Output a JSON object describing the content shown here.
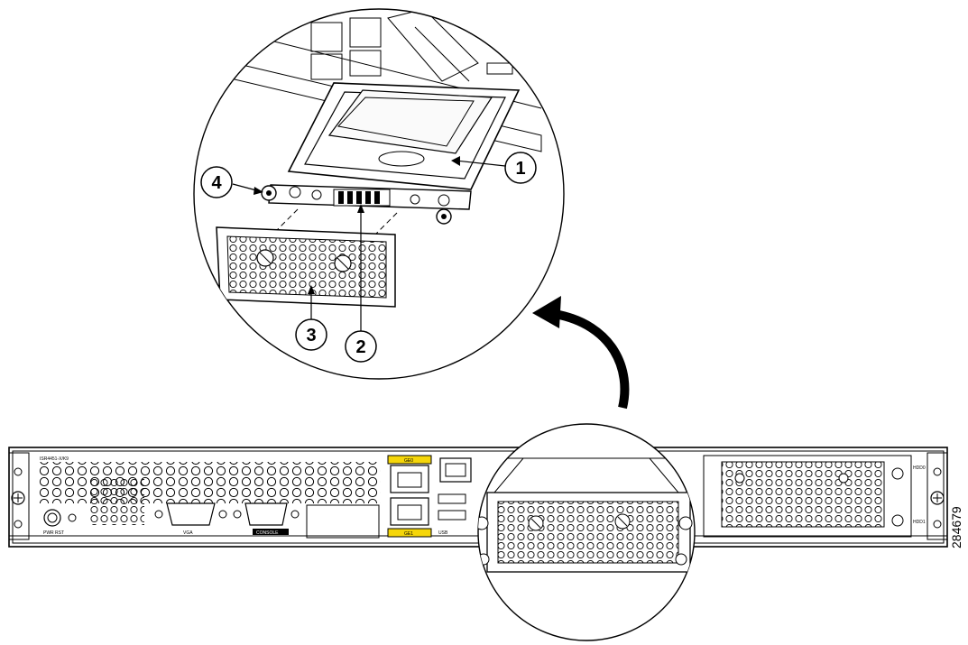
{
  "figure_id": "284679",
  "callouts": [
    {
      "id": "1",
      "label": "1"
    },
    {
      "id": "2",
      "label": "2"
    },
    {
      "id": "3",
      "label": "3"
    },
    {
      "id": "4",
      "label": "4"
    }
  ],
  "panel_labels": {
    "model": "ISR4451-X/K9",
    "pwr_rst": "PWR RST",
    "vga": "VGA",
    "console": "CONSOLE",
    "gig0": "GE0",
    "gig1": "GE1",
    "usb": "USB",
    "hdd0": "HDD0",
    "hdd1": "HDD1"
  },
  "colors": {
    "line": "#000000",
    "port_highlight": "#f5d60a",
    "background": "#ffffff",
    "panel_fill": "#f4f4f4"
  }
}
